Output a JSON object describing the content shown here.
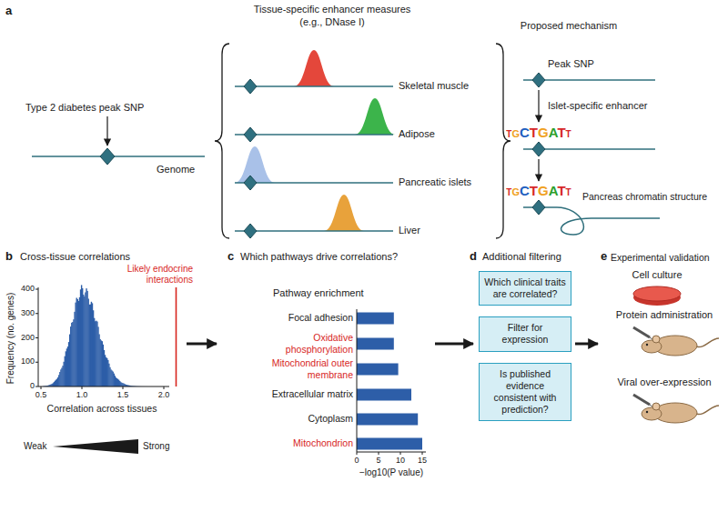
{
  "diagram": {
    "nodes": [
      {
        "text": [
          "Which clinical traits are correlated?"
        ]
      },
      {
        "text": [
          "Filter for expression"
        ]
      },
      {
        "text": [
          "Is published evidence consistent with prediction?"
        ]
      }
    ],
    "labels": [
      "a",
      "Tissue-specific enhancer measures",
      "(e.g., DNase I)",
      "Proposed mechanism",
      "Type 2 diabetes peak SNP",
      "Genome",
      "Skeletal muscle",
      "Adipose",
      "Pancreatic islets",
      "Liver",
      "Peak SNP",
      "Islet-specific enhancer",
      "TGCTGATT",
      "TGCTGATT",
      "Pancreas chromatin structure",
      "b",
      "Cross-tissue correlations",
      "Likely endocrine interactions",
      "Frequency (no. genes)",
      "0",
      "100",
      "200",
      "300",
      "400",
      "0.5",
      "1.0",
      "1.5",
      "2.0",
      "Correlation across tissues",
      "Weak",
      "Strong",
      "c",
      "Which pathways drive correlations?",
      "Pathway enrichment",
      "Focal adhesion",
      "Oxidative phosphorylation",
      "Mitochondrial outer membrane",
      "Extracellular matrix",
      "Cytoplasm",
      "Mitochondrion",
      "0",
      "5",
      "10",
      "15",
      "−log10(P value)",
      "d",
      "Additional filtering",
      "e",
      "Experimental validation",
      "Cell culture",
      "Protein administration",
      "Viral over-expression"
    ]
  }
}
